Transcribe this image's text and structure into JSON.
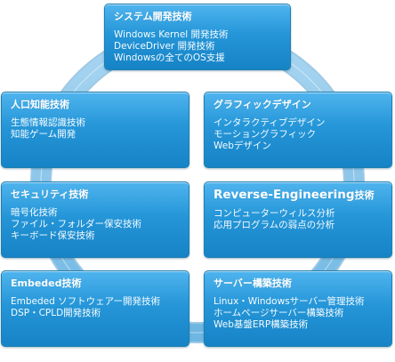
{
  "diagram": {
    "accent_color": "#2596d8",
    "ring_color": "#86c2e6",
    "top": {
      "title": "システム開発技術",
      "items": [
        "Windows Kernel 開発技術",
        "DeviceDriver 開発技術",
        "Windowsの全てのOS支援"
      ]
    },
    "mid_left_1": {
      "title": "人口知能技術",
      "items": [
        "生態情報認識技術",
        "知能ゲーム開発"
      ]
    },
    "mid_right_1": {
      "title": "グラフィックデザイン",
      "items": [
        "インタラクティブデザイン",
        "モーショングラフィック",
        "Webデザイン"
      ]
    },
    "mid_left_2": {
      "title": "セキュリティ技術",
      "items": [
        "暗号化技術",
        "ファイル・フォルダー保安技術",
        "キーボード保安技術"
      ]
    },
    "mid_right_2": {
      "title_main": "Reverse-Engineering",
      "title_suffix": "技術",
      "items": [
        "コンピューターウィルス分析",
        "応用プログラムの弱点の分析"
      ]
    },
    "bottom_left": {
      "title": "Embeded技術",
      "items": [
        "Embeded ソフトウェアー開発技術",
        "DSP・CPLD開発技術"
      ]
    },
    "bottom_right": {
      "title": "サーバー構築技術",
      "items": [
        "Linux・Windowsサーバー管理技術",
        "ホームページサーバー構築技術",
        "Web基盤ERP構築技術"
      ]
    }
  }
}
